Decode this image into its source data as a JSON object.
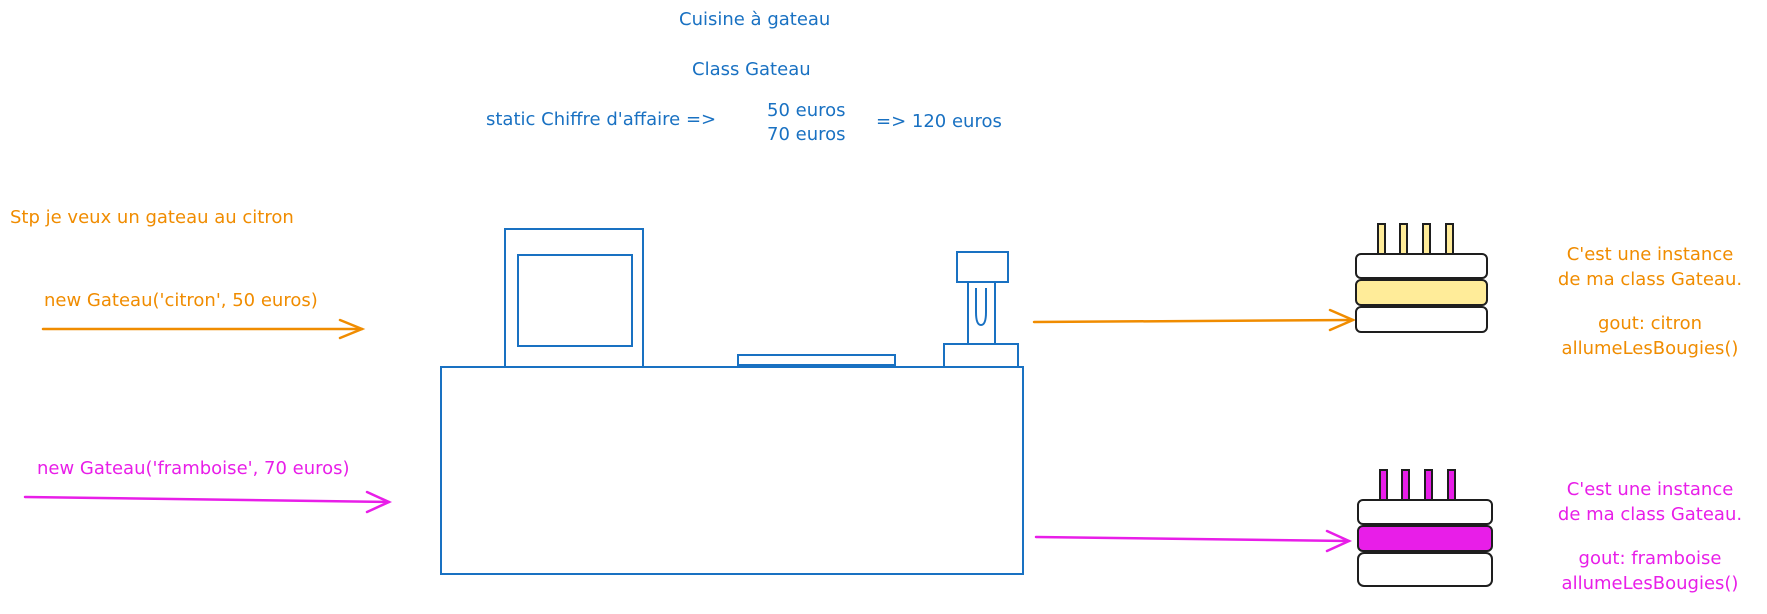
{
  "header": {
    "title": "Cuisine à gateau",
    "class_name": "Class Gateau",
    "static_label": "static Chiffre d'affaire =>",
    "static_values": [
      "50 euros",
      "70 euros"
    ],
    "static_total": "=> 120 euros"
  },
  "request": "Stp je veux un gateau au citron",
  "instances": [
    {
      "constructor": "new Gateau('citron', 50 euros)",
      "caption_line1": "C'est une instance",
      "caption_line2": "de ma class Gateau.",
      "attribute": "gout: citron",
      "method": "allumeLesBougies()",
      "color": "#f08c00",
      "fill": "#ffec99"
    },
    {
      "constructor": "new Gateau('framboise', 70 euros)",
      "caption_line1": "C'est une instance",
      "caption_line2": "de ma class Gateau.",
      "attribute": "gout: framboise",
      "method": "allumeLesBougies()",
      "color": "#e81ee8",
      "fill": "#e81ee8"
    }
  ],
  "colors": {
    "stroke": "#1e1e1e",
    "machine": "#1971c2"
  }
}
